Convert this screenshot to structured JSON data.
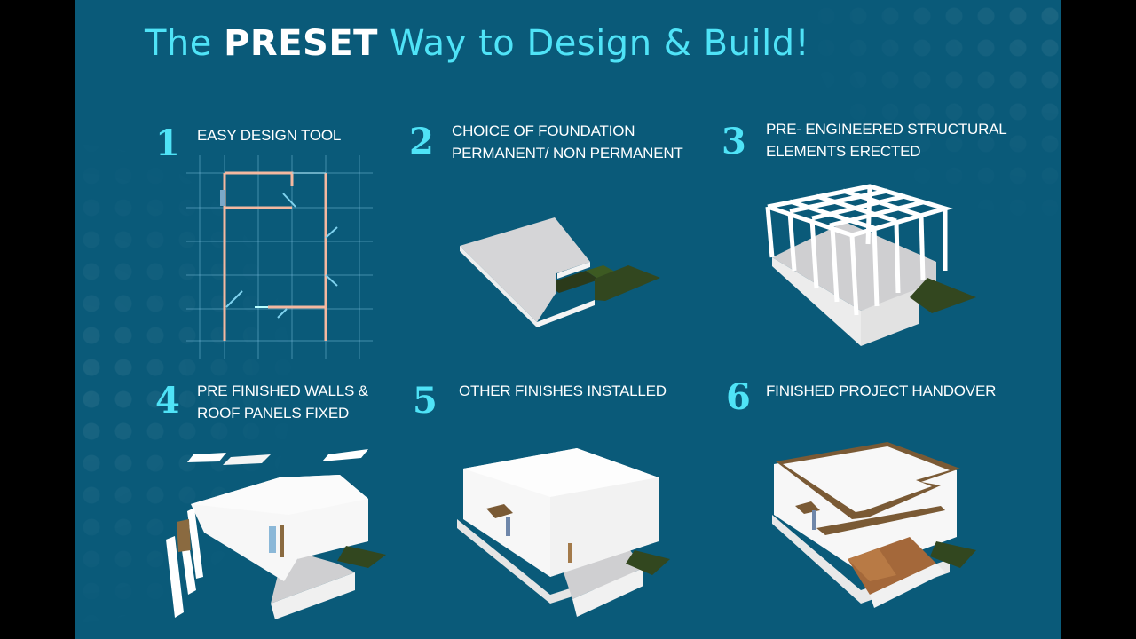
{
  "title": {
    "prefix": "The ",
    "brand": "PRESET",
    "suffix": " Way to Design & Build!"
  },
  "colors": {
    "background": "#0a5a79",
    "accent": "#4fe3f7",
    "text": "#ffffff",
    "wall_lines": "#f4b8a0",
    "roof_trim": "#7a5a35"
  },
  "steps": [
    {
      "number": "1",
      "label": "EASY DESIGN TOOL",
      "illustration": "floor-plan-drawing"
    },
    {
      "number": "2",
      "label": "CHOICE OF FOUNDATION\nPERMANENT/ NON PERMANENT",
      "illustration": "foundation-slab"
    },
    {
      "number": "3",
      "label": "PRE- ENGINEERED STRUCTURAL\nELEMENTS ERECTED",
      "illustration": "structural-frame"
    },
    {
      "number": "4",
      "label": "PRE FINISHED WALLS &\nROOF PANELS FIXED",
      "illustration": "wall-roof-panels"
    },
    {
      "number": "5",
      "label": "OTHER FINISHES INSTALLED",
      "illustration": "finished-shell"
    },
    {
      "number": "6",
      "label": "FINISHED PROJECT HANDOVER",
      "illustration": "completed-house"
    }
  ]
}
